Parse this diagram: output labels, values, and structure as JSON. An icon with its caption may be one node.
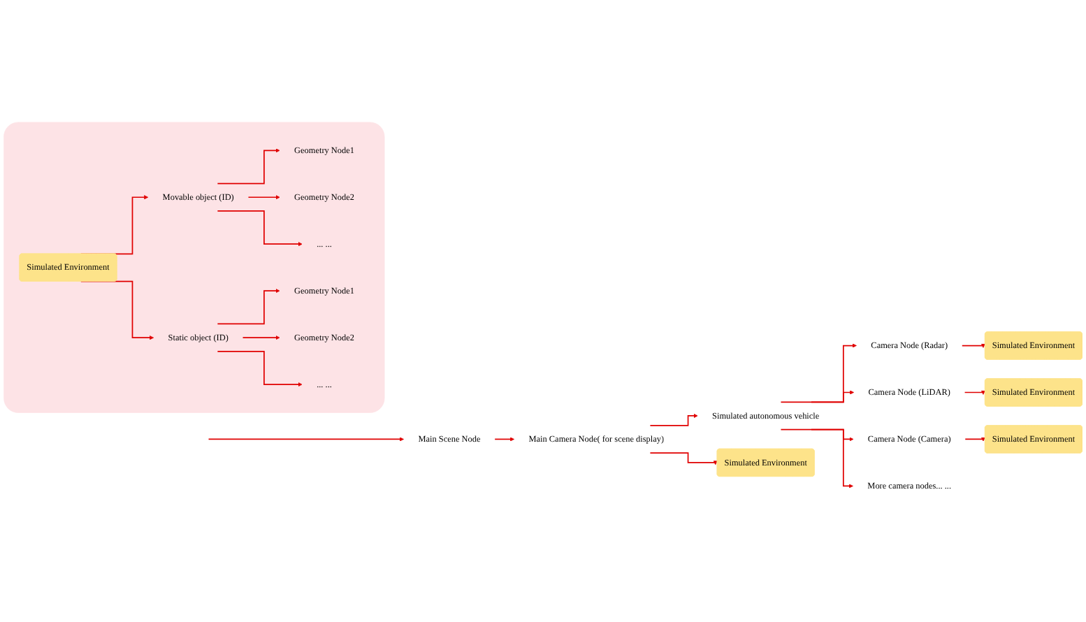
{
  "diagram": {
    "nodes": [
      {
        "text": [
          "Main Scene Node"
        ]
      },
      {
        "text": [
          "Main Camera Node( for scene display)"
        ]
      },
      {
        "text": [
          "Simulated autonomous vehicle"
        ]
      },
      {
        "text": [
          "Camera Node (Radar)"
        ]
      },
      {
        "text": [
          "Simulated Environment"
        ]
      },
      {
        "text": [
          "Camera Node (LiDAR)"
        ]
      },
      {
        "text": [
          "Simulated Environment"
        ]
      },
      {
        "text": [
          "Camera Node (Camera)"
        ]
      },
      {
        "text": [
          "Simulated Environment"
        ]
      },
      {
        "text": [
          "More camera nodes... ..."
        ]
      },
      {
        "text": [
          "Simulated Environment"
        ]
      },
      {
        "text": [],
        "shape": "box"
      },
      {
        "text": [
          "Simulated Environment"
        ],
        "in": 11
      },
      {
        "text": [
          "Movable object (ID)"
        ],
        "in": 11
      },
      {
        "text": [
          "Geometry Node1"
        ],
        "in": 11
      },
      {
        "text": [
          "Geometry Node2"
        ],
        "in": 11
      },
      {
        "text": [
          "... ..."
        ],
        "in": 11
      },
      {
        "text": [
          "Static object (ID)"
        ],
        "in": 11
      },
      {
        "text": [
          "Geometry Node1"
        ],
        "in": 11
      },
      {
        "text": [
          "Geometry Node2"
        ],
        "in": 11
      },
      {
        "text": [
          "... ..."
        ],
        "in": 11
      }
    ],
    "edges": [
      {
        "from": null,
        "to": 0,
        "arrow": "to"
      },
      {
        "from": 0,
        "to": 1,
        "arrow": "to"
      },
      {
        "from": 1,
        "to": 2,
        "arrow": "to"
      },
      {
        "from": 2,
        "to": 3,
        "arrow": "to"
      },
      {
        "from": 3,
        "to": 4,
        "arrow": "to"
      },
      {
        "from": 2,
        "to": 5,
        "arrow": "to"
      },
      {
        "from": 5,
        "to": 6,
        "arrow": "to"
      },
      {
        "from": 2,
        "to": 7,
        "arrow": "to"
      },
      {
        "from": 7,
        "to": 8,
        "arrow": "to"
      },
      {
        "from": 2,
        "to": 9,
        "arrow": "to"
      },
      {
        "from": 1,
        "to": 10,
        "arrow": "to"
      },
      {
        "from": 12,
        "to": 13,
        "arrow": "to"
      },
      {
        "from": 13,
        "to": 14,
        "arrow": "to"
      },
      {
        "from": 13,
        "to": 15,
        "arrow": "to"
      },
      {
        "from": 13,
        "to": 16,
        "arrow": "to"
      },
      {
        "from": 12,
        "to": 17,
        "arrow": "to"
      },
      {
        "from": 17,
        "to": 18,
        "arrow": "to"
      },
      {
        "from": 17,
        "to": 19,
        "arrow": "to"
      },
      {
        "from": 17,
        "to": 20,
        "arrow": "to"
      }
    ]
  }
}
